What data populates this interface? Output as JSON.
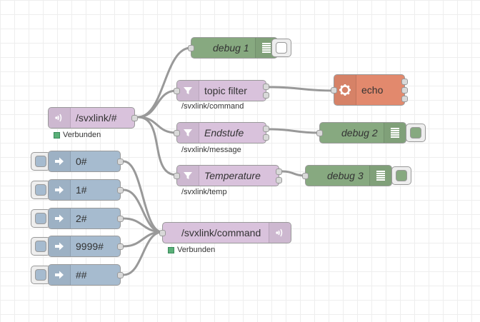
{
  "nodes": {
    "debug1": {
      "label": "debug 1"
    },
    "topic_filter": {
      "label": "topic filter",
      "property": "/svxlink/command"
    },
    "echo": {
      "label": "echo"
    },
    "mqtt_in": {
      "label": "/svxlink/#",
      "status": "Verbunden"
    },
    "endstufe": {
      "label": "Endstufe",
      "property": "/svxlink/message"
    },
    "debug2": {
      "label": "debug 2"
    },
    "temperature": {
      "label": "Temperature",
      "property": "/svxlink/temp"
    },
    "debug3": {
      "label": "debug 3"
    },
    "inject0": {
      "label": "0#"
    },
    "inject1": {
      "label": "1#"
    },
    "inject2": {
      "label": "2#"
    },
    "inject9999": {
      "label": "9999#"
    },
    "injecthash": {
      "label": "##"
    },
    "mqtt_out": {
      "label": "/svxlink/command",
      "status": "Verbunden"
    }
  },
  "colors": {
    "debug": "#87a980",
    "switch": "#d9c2dc",
    "mqtt": "#d9c2dc",
    "function": "#e2896d",
    "inject": "#a6bbcf",
    "status_connected": "#5ab078",
    "wire": "#999999"
  },
  "icons": {
    "debug": "list-icon",
    "switch": "filter-icon",
    "function": "gear-icon",
    "mqtt": "radio-waves-icon",
    "inject": "arrow-right-icon"
  }
}
